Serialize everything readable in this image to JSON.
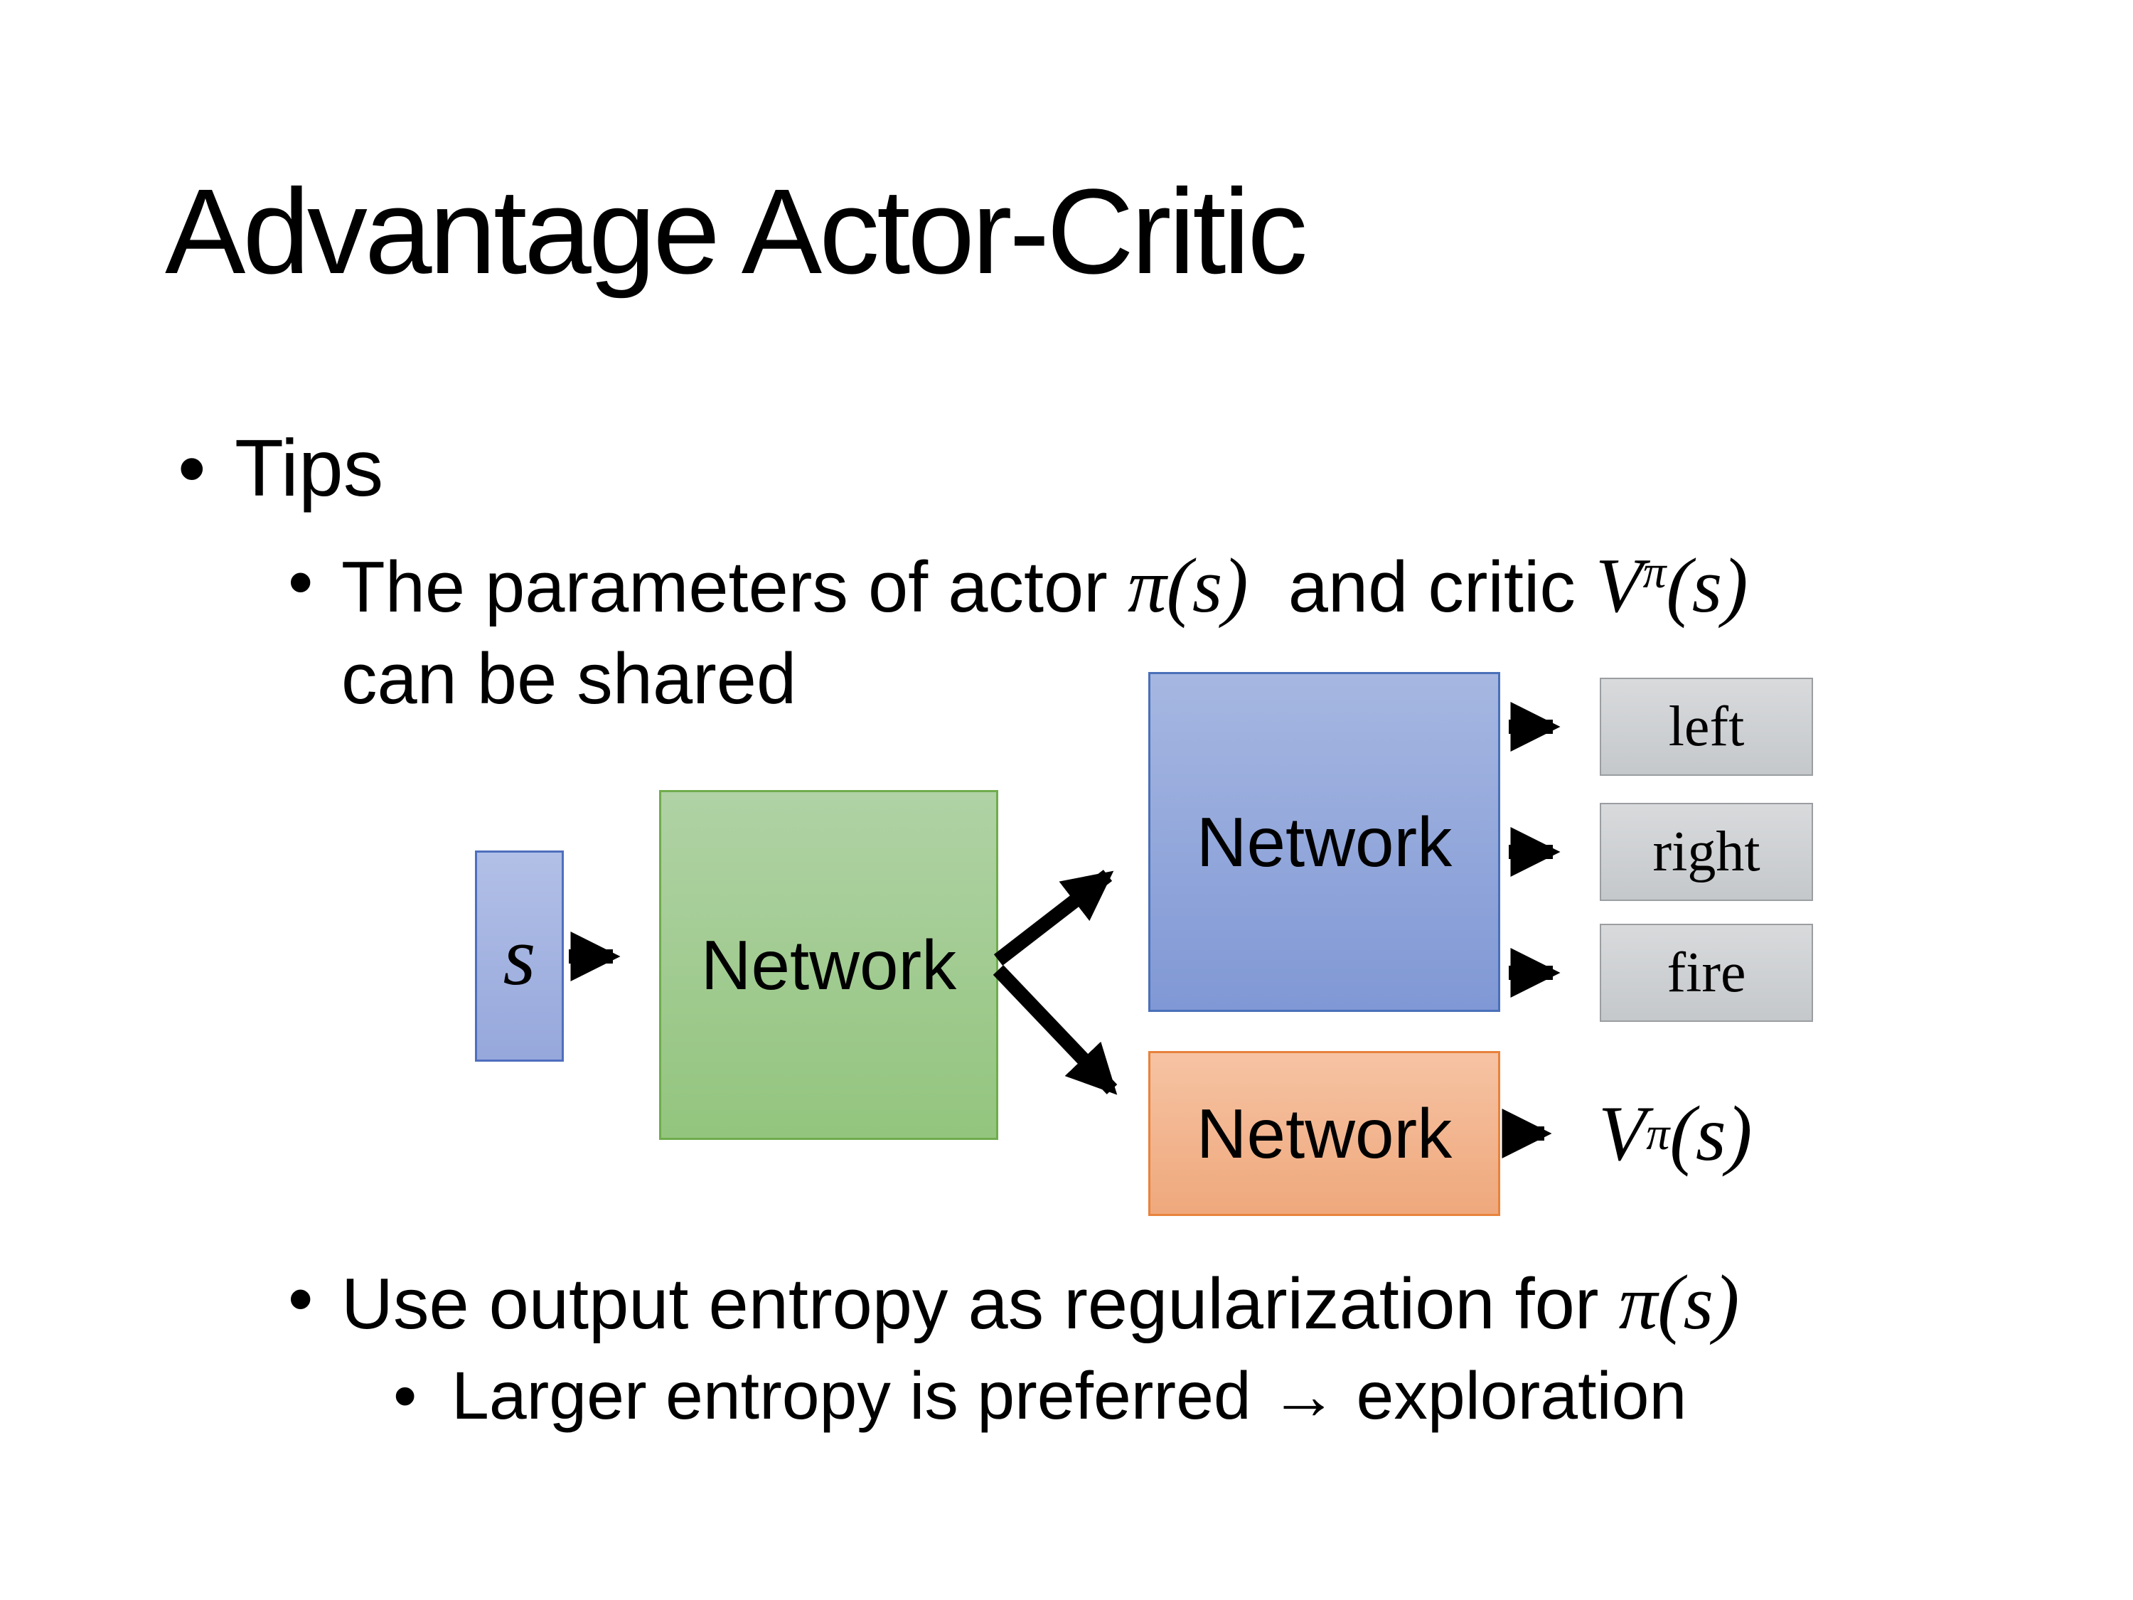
{
  "slide": {
    "title": "Advantage Actor-Critic",
    "bullet_glyph": "•",
    "tips": "Tips",
    "param_bullet": {
      "pre": "The parameters of actor ",
      "actor_math": "π(s)",
      "mid": "  and critic ",
      "critic_base": "V",
      "critic_sup": "π",
      "critic_args": "(s)",
      "line2": "can be shared"
    },
    "entropy_bullet": {
      "pre": "Use output entropy as regularization for ",
      "math": "π(s)"
    },
    "exploration_bullet": "Larger entropy is preferred → exploration",
    "diagram": {
      "state_label": "s",
      "shared_network": "Network",
      "actor_network": "Network",
      "critic_network": "Network",
      "actions": [
        "left",
        "right",
        "fire"
      ],
      "critic_output": {
        "base": "V",
        "sup": "π",
        "args": "(s)"
      },
      "colors": {
        "state_fill": "#a9b9e2",
        "state_border": "#4f6fbe",
        "shared_fill": "#a2cc92",
        "shared_border": "#6fac4d",
        "actor_fill": "#93a9da",
        "actor_border": "#4a70b8",
        "critic_fill": "#f3b58f",
        "critic_border": "#e8823c",
        "action_fill": "#ced1d3",
        "action_border": "#9b9ea1",
        "arrow": "#000000"
      }
    }
  }
}
